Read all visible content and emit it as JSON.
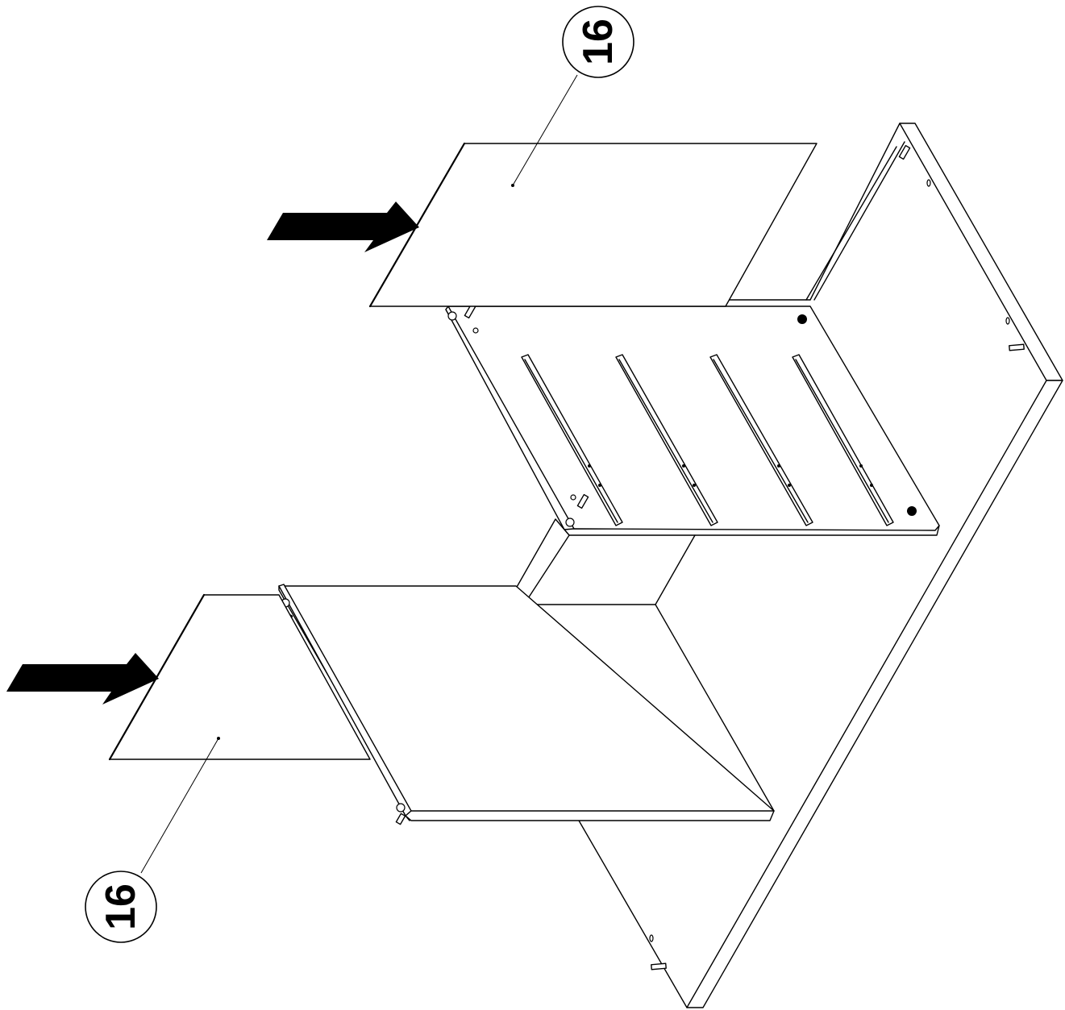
{
  "callouts": [
    {
      "id": "top",
      "label": "16"
    },
    {
      "id": "bottom",
      "label": "16"
    }
  ],
  "colors": {
    "line": "#000000",
    "background": "#ffffff"
  },
  "icons": [
    "arrow-icon",
    "arrow-icon"
  ]
}
